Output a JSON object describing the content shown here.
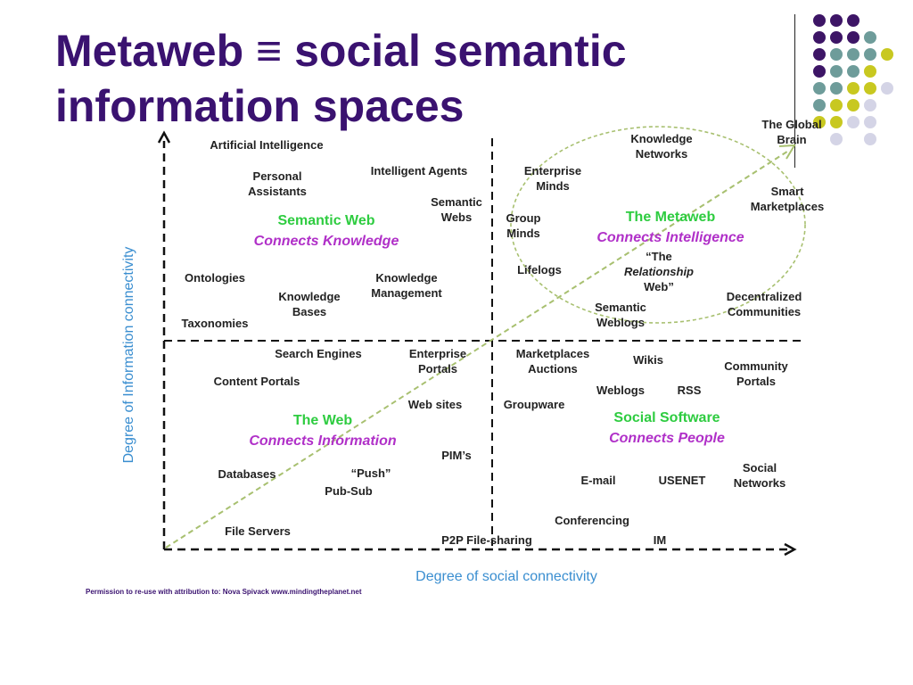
{
  "slide": {
    "title_line1": "Metaweb ≡ social semantic",
    "title_line2": "information spaces",
    "credit": "Permission to re-use with attribution to: Nova Spivack www.mindingtheplanet.net"
  },
  "axes": {
    "x_label": "Degree of social connectivity",
    "y_label": "Degree of Information connectivity"
  },
  "quadrants": {
    "top_left": {
      "name": "Semantic Web",
      "tagline": "Connects Knowledge"
    },
    "top_right": {
      "name": "The Metaweb",
      "tagline": "Connects Intelligence"
    },
    "bottom_left": {
      "name": "The Web",
      "tagline": "Connects Information"
    },
    "bottom_right": {
      "name": "Social Software",
      "tagline": "Connects People"
    }
  },
  "labels": {
    "artificial_intelligence": "Artificial Intelligence",
    "personal_assistants": "Personal\nAssistants",
    "intelligent_agents": "Intelligent Agents",
    "semantic_webs": "Semantic\nWebs",
    "ontologies": "Ontologies",
    "knowledge_bases": "Knowledge\nBases",
    "knowledge_management": "Knowledge\nManagement",
    "taxonomies": "Taxonomies",
    "knowledge_networks": "Knowledge\nNetworks",
    "enterprise_minds": "Enterprise\nMinds",
    "group_minds": "Group\nMinds",
    "smart_marketplaces": "Smart\nMarketplaces",
    "the_global_brain": "The Global\nBrain",
    "lifelogs": "Lifelogs",
    "relationship_web_line1": "“The",
    "relationship_web_line2": "Relationship",
    "relationship_web_line3": "Web”",
    "semantic_weblogs": "Semantic\nWeblogs",
    "decentralized_communities": "Decentralized\nCommunities",
    "search_engines": "Search Engines",
    "enterprise_portals": "Enterprise\nPortals",
    "content_portals": "Content Portals",
    "web_sites": "Web sites",
    "databases": "Databases",
    "push": "“Push”",
    "pub_sub": "Pub-Sub",
    "pims": "PIM’s",
    "file_servers": "File Servers",
    "p2p_file_sharing": "P2P File-sharing",
    "marketplaces_auctions": "Marketplaces\nAuctions",
    "wikis": "Wikis",
    "community_portals": "Community\nPortals",
    "weblogs": "Weblogs",
    "rss": "RSS",
    "groupware": "Groupware",
    "email": "E-mail",
    "usenet": "USENET",
    "social_networks": "Social\nNetworks",
    "conferencing": "Conferencing",
    "im": "IM"
  },
  "colors": {
    "title": "#3a1270",
    "axis_label": "#3a8ed0",
    "quadrant_name": "#2ecc40",
    "quadrant_tagline": "#b030c8",
    "arrow": "#a8c070",
    "dot_purple": "#3d1566",
    "dot_teal": "#6e9c9a",
    "dot_yellow": "#c8c820",
    "dot_lavender": "#d4d4e6"
  }
}
